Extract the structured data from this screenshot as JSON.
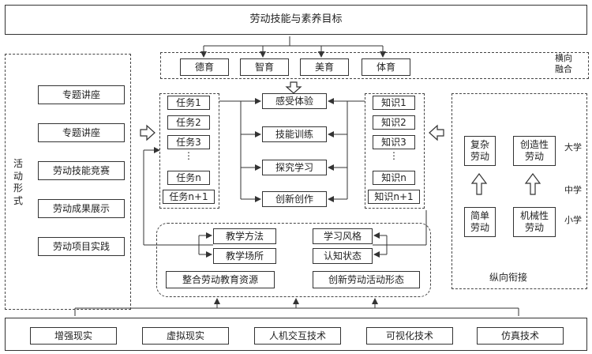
{
  "title": "劳动技能与素养目标",
  "horizontal": {
    "label": "横向融合",
    "items": [
      "德育",
      "智育",
      "美育",
      "体育"
    ]
  },
  "activities": {
    "label": "活动形式",
    "items": [
      "专题讲座",
      "专题讲座",
      "劳动技能竞赛",
      "劳动成果展示",
      "劳动项目实践"
    ]
  },
  "tasks": [
    "任务1",
    "任务2",
    "任务3",
    "⋮",
    "任务n",
    "任务n+1"
  ],
  "center": [
    "感受体验",
    "技能训练",
    "探究学习",
    "创新创作"
  ],
  "knowledge": [
    "知识1",
    "知识2",
    "知识3",
    "⋮",
    "知识n",
    "知识n+1"
  ],
  "vertical": {
    "label": "纵向衔接",
    "complex": "复杂劳动",
    "creative": "创造性劳动",
    "simple": "简单劳动",
    "mechanical": "机械性劳动",
    "levels": [
      "大学",
      "中学",
      "小学"
    ]
  },
  "teaching": {
    "method": "教学方法",
    "venue": "教学场所",
    "style": "学习风格",
    "cognitive": "认知状态",
    "resources": "整合劳动教育资源",
    "activity_forms": "创新劳动活动形态"
  },
  "technologies": [
    "增强现实",
    "虚拟现实",
    "人机交互技术",
    "可视化技术",
    "仿真技术"
  ]
}
